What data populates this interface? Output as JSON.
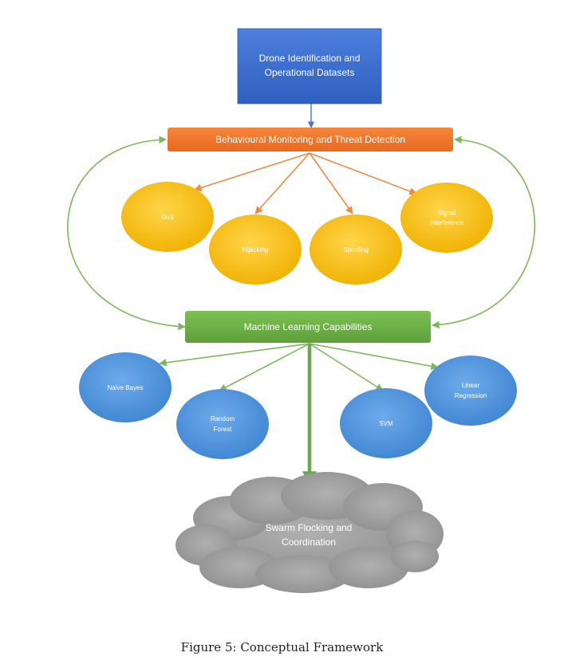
{
  "colors": {
    "source_node": "#4a78d6",
    "monitoring_node": "#f07a2c",
    "threat_node": "#f7bd16",
    "ml_node": "#6bb043",
    "model_node": "#5a9be0",
    "outcome_node": "#a2a2a2",
    "connector_orange": "#ef8a45",
    "connector_green": "#7cb85a",
    "connector_blue": "#4a7ac8"
  },
  "nodes": {
    "source": {
      "line1": "Drone Identification and",
      "line2": "Operational Datasets"
    },
    "monitoring": {
      "label": "Behavioural Monitoring and Threat Detection"
    },
    "threats": {
      "dos": {
        "label": "DoS"
      },
      "hijacking": {
        "label": "Hijacking"
      },
      "spoofing": {
        "label": "Spoofing"
      },
      "signal": {
        "line1": "Signal",
        "line2": "Interference"
      }
    },
    "ml": {
      "label": "Machine Learning Capabilities"
    },
    "models": {
      "naive_bayes": {
        "label": "Naive Bayes"
      },
      "random_forest": {
        "line1": "Random",
        "line2": "Forest"
      },
      "svm": {
        "label": "SVM"
      },
      "linear_regression": {
        "line1": "Linear",
        "line2": "Regression"
      }
    },
    "outcome": {
      "line1": "Swarm Flocking and",
      "line2": "Coordination"
    }
  },
  "caption": "Figure 5: Conceptual Framework"
}
